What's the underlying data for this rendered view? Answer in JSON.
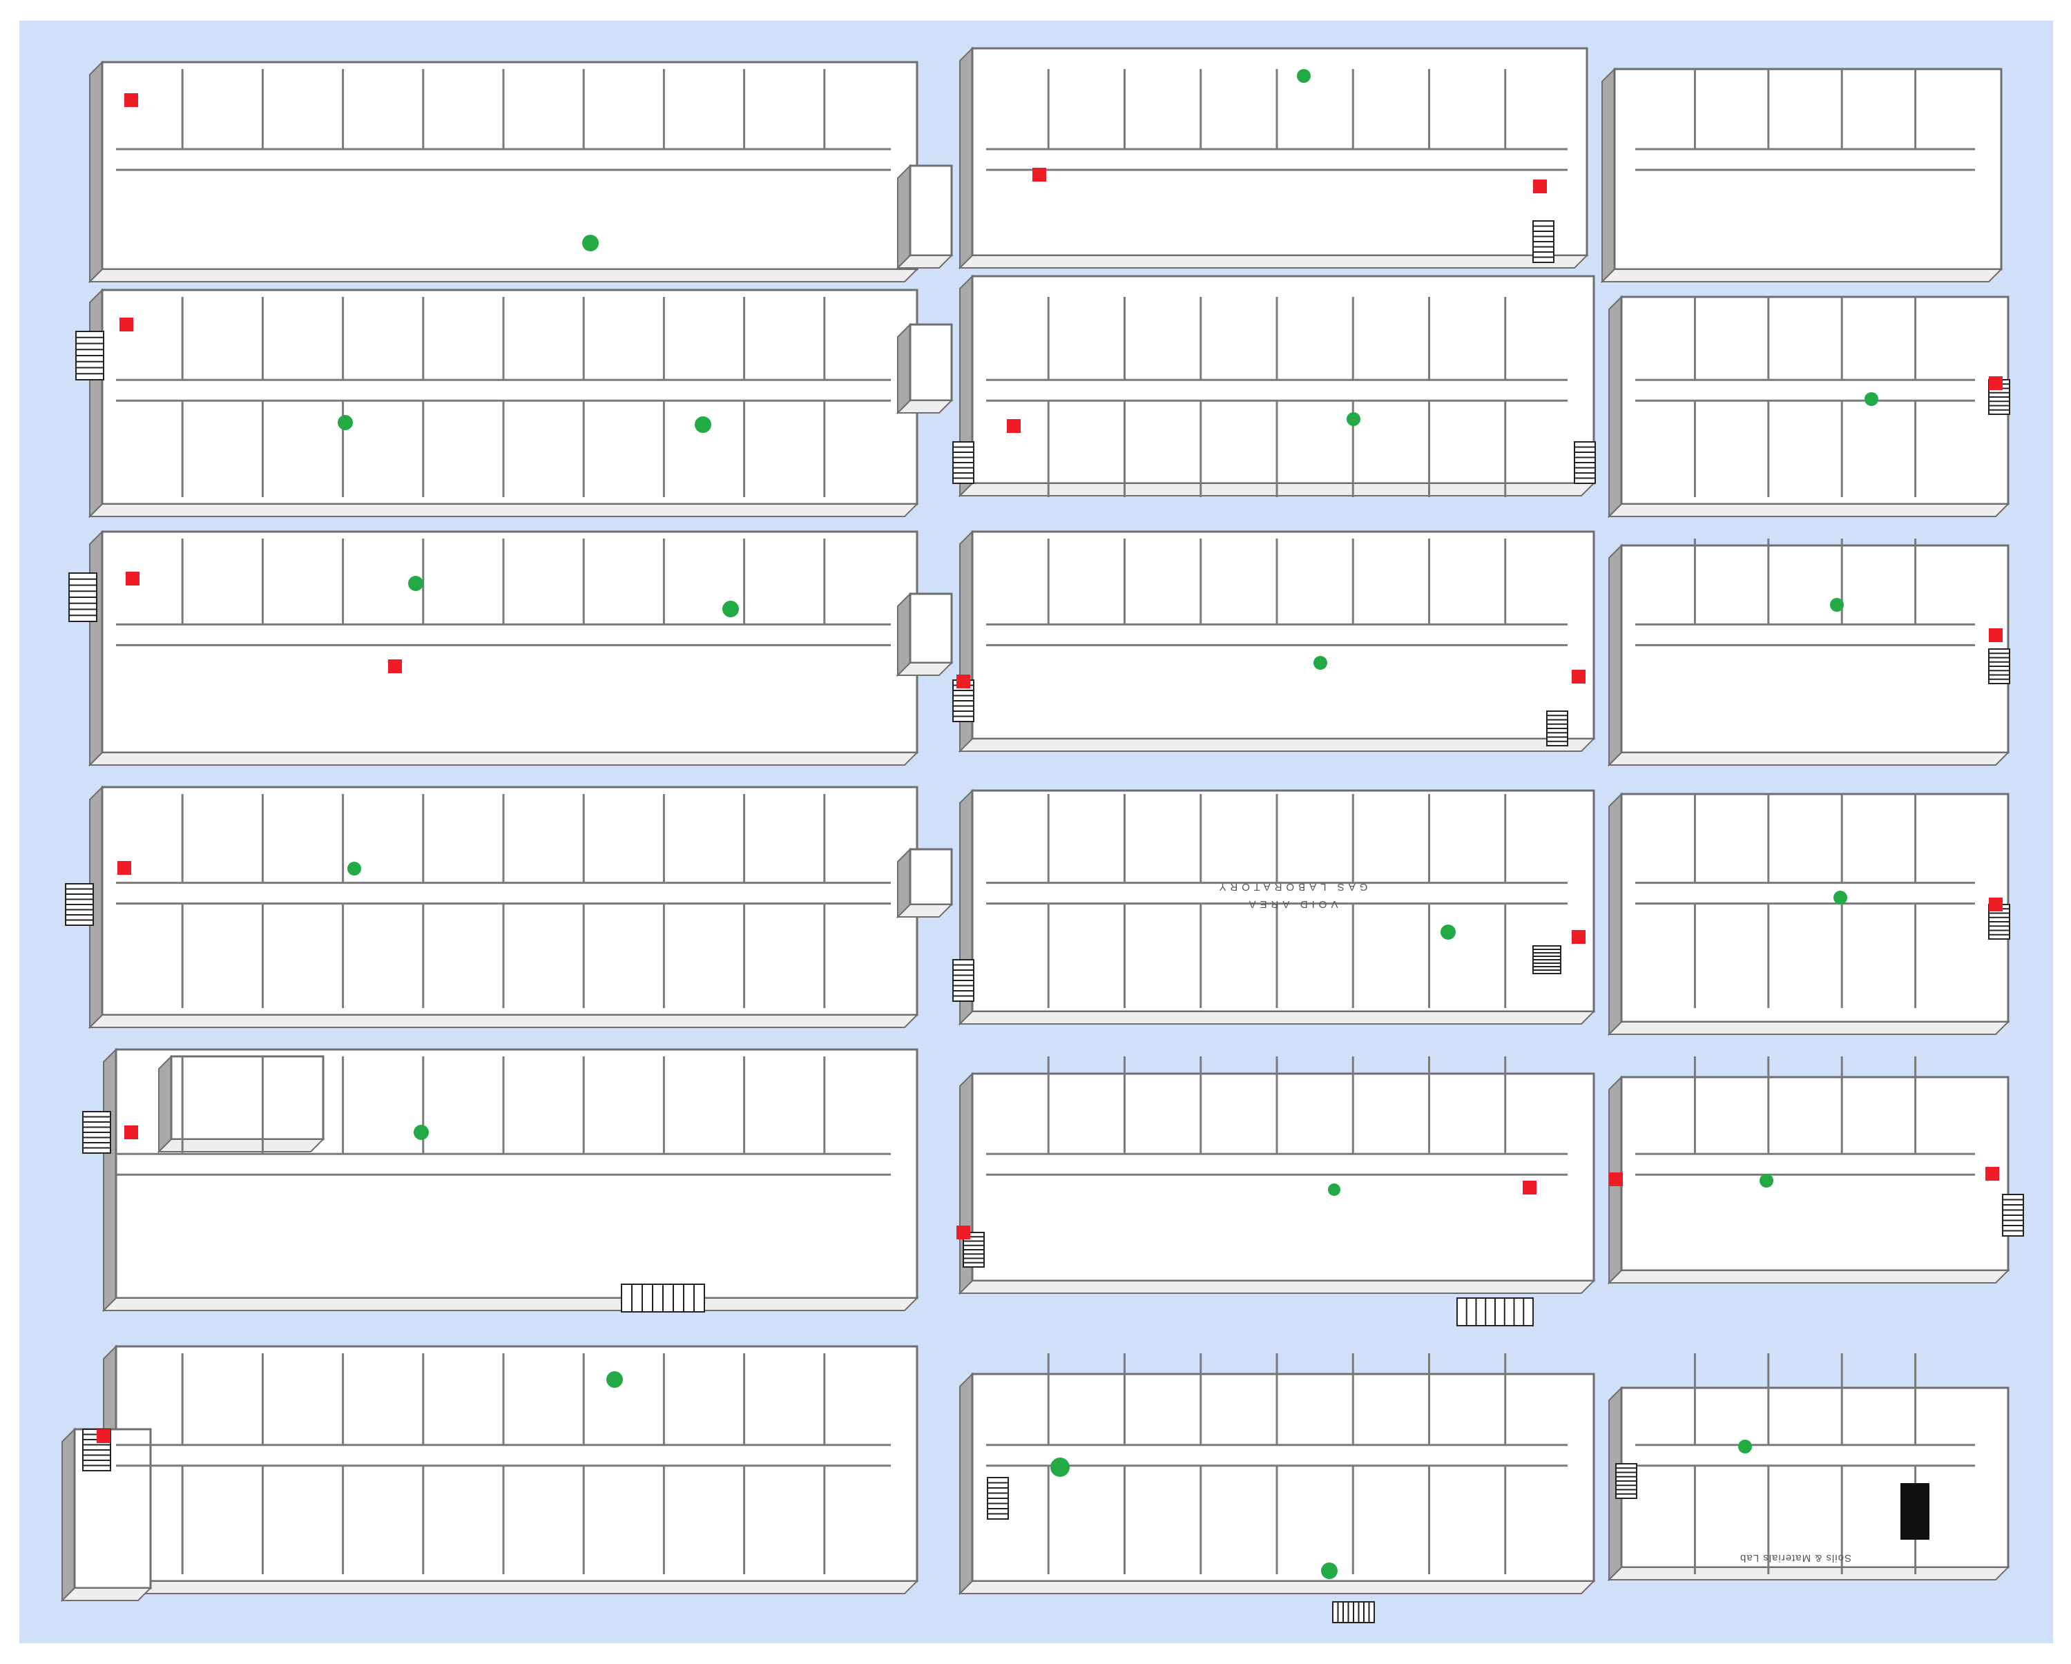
{
  "colors": {
    "background": "#cfe0f8",
    "frame": "#ffffff",
    "floor": "#ffffff",
    "wall_top": "#ffffff",
    "wall_side": "#a9a9a9",
    "wall_outline": "#6e6e6e",
    "interior": "#7a7a7a",
    "stairs": "#222222",
    "red_marker": "#ee1c24",
    "green_marker": "#22aa44"
  },
  "labels": {
    "lab_line1": "VOID AREA",
    "lab_line2": "GAS LABORATORY",
    "soils_lab": "Soils & Materials Lab"
  },
  "legend_markers": {
    "red": "red-square-marker",
    "green": "green-circle-marker"
  }
}
